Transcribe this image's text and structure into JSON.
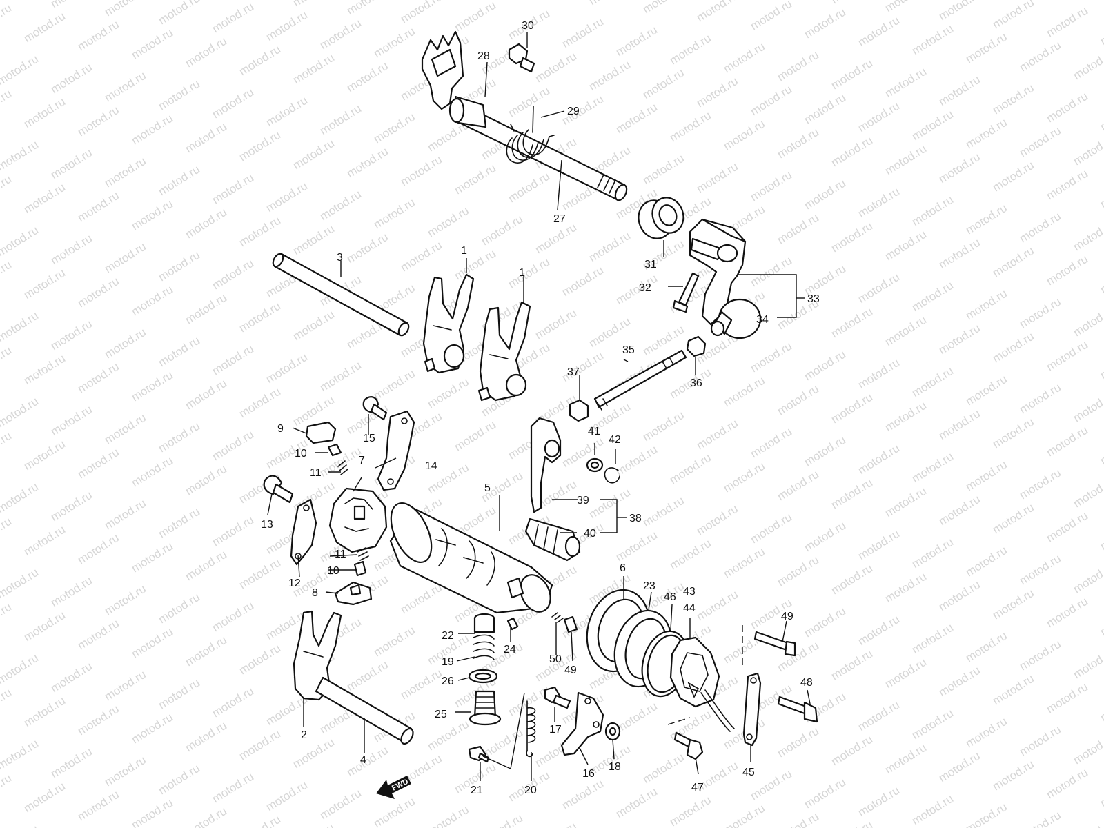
{
  "watermark": "motod.ru",
  "direction_label": "FWD",
  "callouts": [
    "1",
    "1",
    "2",
    "3",
    "4",
    "5",
    "6",
    "7",
    "8",
    "9",
    "10",
    "10",
    "11",
    "11",
    "12",
    "13",
    "14",
    "15",
    "16",
    "17",
    "18",
    "19",
    "20",
    "21",
    "22",
    "23",
    "24",
    "25",
    "26",
    "27",
    "28",
    "29",
    "30",
    "31",
    "32",
    "33",
    "34",
    "35",
    "36",
    "37",
    "38",
    "39",
    "40",
    "41",
    "42",
    "43",
    "44",
    "45",
    "46",
    "47",
    "48",
    "49",
    "49",
    "50"
  ],
  "colors": {
    "line": "#111111",
    "watermark": "#d6d6d6",
    "background": "#ffffff"
  }
}
